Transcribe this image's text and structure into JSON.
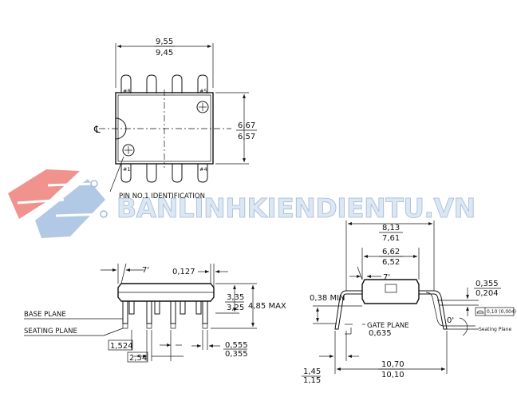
{
  "top_view": {
    "length_max": "9,55",
    "length_min": "9,45",
    "width_max": "6,67",
    "width_min": "6,57",
    "centerline_symbol": "℄",
    "pin_labels": [
      "#8",
      "#5",
      "#1",
      "#4"
    ],
    "pin1_note": "PIN NO.1 IDENTIFICATION"
  },
  "watermark": {
    "text": "BANLINHKIENDIENTU.VN",
    "colors": {
      "red": "#e8564f",
      "blue": "#8fb0d9"
    }
  },
  "side_view": {
    "angle": "7'",
    "lead_thickness": "0,127",
    "height1_max": "3,35",
    "height1_min": "3,25",
    "total_height": "4,85 MAX",
    "base_plane": "BASE PLANE",
    "seating_plane": "SEATING PLANE",
    "pitch_offset": "1,524",
    "pitch": "2,54",
    "lead_width_max": "0,555",
    "lead_width_min": "0,355"
  },
  "end_view": {
    "row_span_max": "8,13",
    "row_span_min": "7,61",
    "body_width_max": "6,62",
    "body_width_min": "6,52",
    "angle": "7'",
    "standoff": "0,38 MIN",
    "lead_thick_max": "0,355",
    "lead_thick_min": "0,204",
    "gate_plane": "GATE PLANE",
    "gate_dim": "0,635",
    "flatness": "0,10 (0,004)",
    "seat_angle": "0'",
    "seating_plane": "Seating Plane",
    "foot_max": "1,45",
    "foot_min": "1,15",
    "overall_max": "10,70",
    "overall_min": "10,10"
  }
}
